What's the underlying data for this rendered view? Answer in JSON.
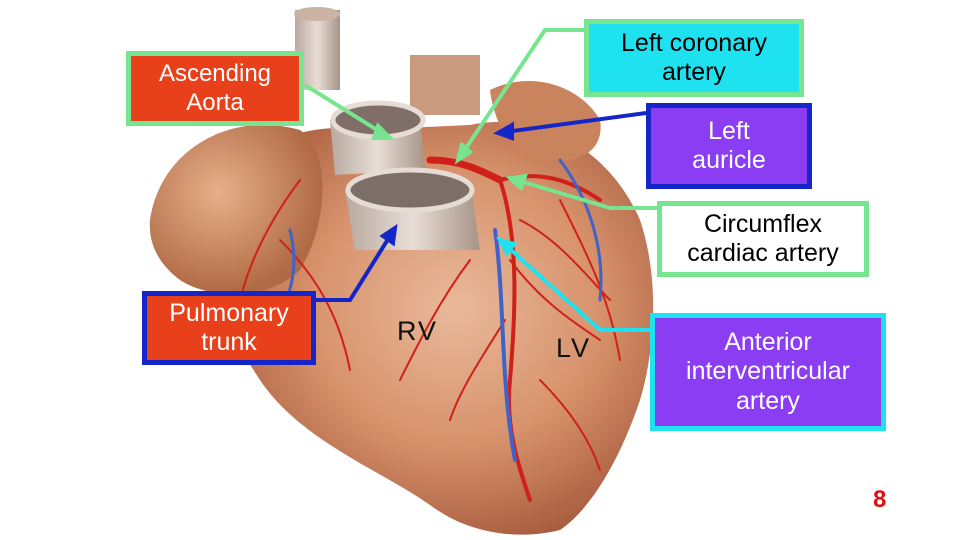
{
  "labels": {
    "ascending_aorta": "Ascending\nAorta",
    "left_coronary_artery": "Left coronary\nartery",
    "left_auricle": "Left\nauricle",
    "circumflex_cardiac_artery": "Circumflex\ncardiac artery",
    "pulmonary_trunk": "Pulmonary\ntrunk",
    "anterior_interventricular_artery": "Anterior\ninterventricular\nartery",
    "rv": "RV",
    "lv": "LV"
  },
  "slide_number": "8",
  "colors": {
    "red_box": "#e8401a",
    "cyan_box": "#1fe2f0",
    "purple_box": "#8a3df2",
    "green_arrow": "#77e58f",
    "blue_arrow": "#1526c9",
    "cyan_arrow": "#1fe2f0",
    "slide_number": "#e01010"
  }
}
